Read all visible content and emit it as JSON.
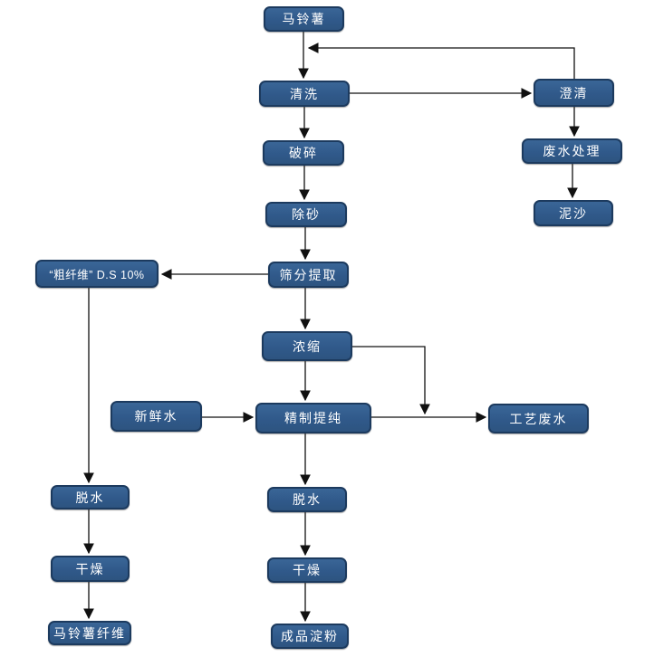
{
  "diagram": {
    "type": "flowchart",
    "description_language": "zh-CN",
    "colors": {
      "node_fill": "#30598A",
      "node_border": "#1C3A5E",
      "node_text": "#FFFFFF",
      "connector": "#111111",
      "background": "#FFFFFF"
    },
    "nodes": {
      "potato": {
        "label": "马铃薯"
      },
      "washing": {
        "label": "清洗"
      },
      "clarify": {
        "label": "澄清"
      },
      "crushing": {
        "label": "破碎"
      },
      "wastewater_treatment": {
        "label": "废水处理"
      },
      "desanding": {
        "label": "除砂"
      },
      "sediment": {
        "label": "泥沙"
      },
      "coarse_fiber": {
        "label": "“粗纤维” D.S 10%"
      },
      "sieving_extraction": {
        "label": "筛分提取"
      },
      "concentration": {
        "label": "浓缩"
      },
      "fresh_water": {
        "label": "新鲜水"
      },
      "refining": {
        "label": "精制提纯"
      },
      "process_wastewater": {
        "label": "工艺废水"
      },
      "dewatering_left": {
        "label": "脱水"
      },
      "drying_left": {
        "label": "干燥"
      },
      "potato_fiber": {
        "label": "马铃薯纤维"
      },
      "dewatering_mid": {
        "label": "脱水"
      },
      "drying_mid": {
        "label": "干燥"
      },
      "finished_starch": {
        "label": "成品淀粉"
      }
    },
    "edges": [
      {
        "from": "potato",
        "to": "washing"
      },
      {
        "from": "washing",
        "to": "clarify"
      },
      {
        "from": "clarify",
        "to": "washing"
      },
      {
        "from": "clarify",
        "to": "wastewater_treatment"
      },
      {
        "from": "wastewater_treatment",
        "to": "sediment"
      },
      {
        "from": "washing",
        "to": "crushing"
      },
      {
        "from": "crushing",
        "to": "desanding"
      },
      {
        "from": "desanding",
        "to": "sieving_extraction"
      },
      {
        "from": "sieving_extraction",
        "to": "coarse_fiber"
      },
      {
        "from": "sieving_extraction",
        "to": "concentration"
      },
      {
        "from": "concentration",
        "to": "refining"
      },
      {
        "from": "concentration",
        "to": "process_wastewater"
      },
      {
        "from": "fresh_water",
        "to": "refining"
      },
      {
        "from": "refining",
        "to": "process_wastewater"
      },
      {
        "from": "refining",
        "to": "dewatering_mid"
      },
      {
        "from": "dewatering_mid",
        "to": "drying_mid"
      },
      {
        "from": "drying_mid",
        "to": "finished_starch"
      },
      {
        "from": "coarse_fiber",
        "to": "dewatering_left"
      },
      {
        "from": "dewatering_left",
        "to": "drying_left"
      },
      {
        "from": "drying_left",
        "to": "potato_fiber"
      }
    ]
  }
}
